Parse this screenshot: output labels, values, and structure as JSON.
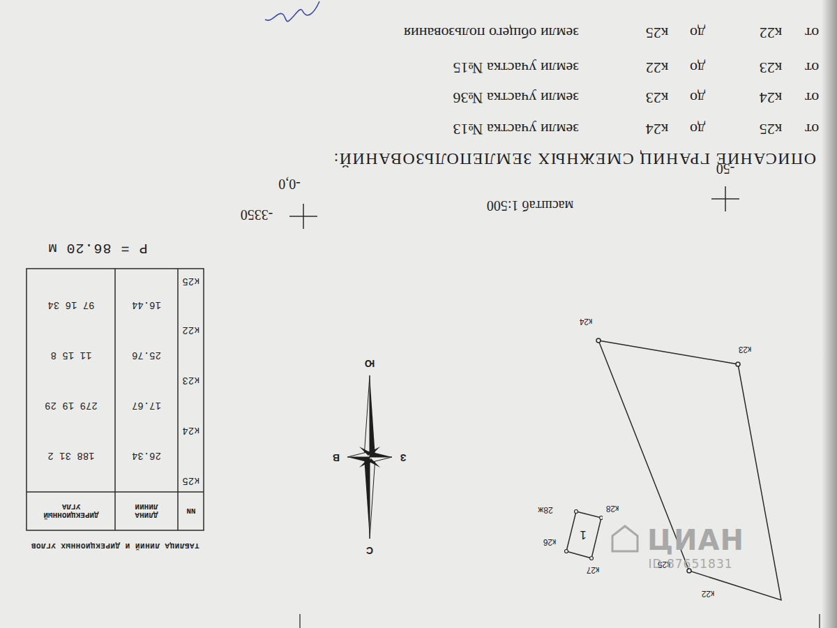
{
  "diagram": {
    "nodes": [
      {
        "text": [
          "1"
        ]
      }
    ],
    "labels": [
      "ТАБЛИЦА ЛИНИЙ И ДИРЕКЦИОННЫХ УГЛОВ",
      "NN",
      "ДЛИНА ЛИНИИ",
      "ДИРЕКЦИОННЫЙ УГЛА",
      "к25",
      "26.34",
      "188 31 2",
      "к24",
      "17.67",
      "279 19 29",
      "к23",
      "25.76",
      "11 15 8",
      "к22",
      "16.44",
      "97 16 34",
      "к25",
      "Р = 86.20 м",
      "к22",
      "к25",
      "к24",
      "к23",
      "к26",
      "к27",
      "к28",
      "28ж",
      "С",
      "В",
      "З",
      "Ю",
      "масштаб 1:500",
      "-3350",
      "-0,0",
      "-50",
      "ОПИСАНИЕ ГРАНИЦ СМЕЖНЫХ ЗЕМЛЕПОЛЬЗОВАНИЙ:",
      "от",
      "к25",
      "до",
      "к24",
      "земли участка №13",
      "от",
      "к24",
      "до",
      "к23",
      "земли участка №36",
      "от",
      "к23",
      "до",
      "к22",
      "земли участка №15",
      "от",
      "к22",
      "до",
      "к25",
      "земли общего пользования",
      "ЦИАН",
      "ID 87651831"
    ]
  }
}
